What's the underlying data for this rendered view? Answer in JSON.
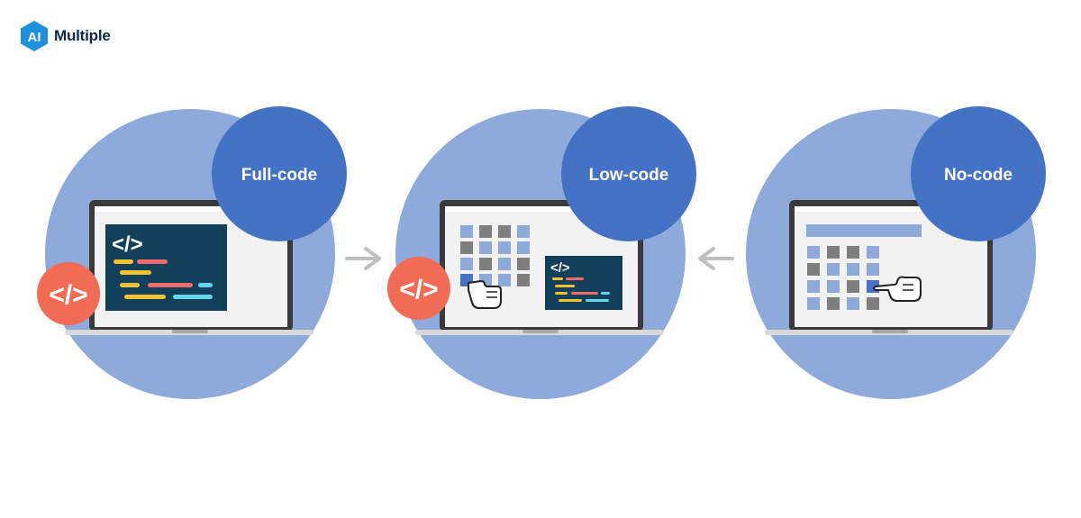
{
  "brand": {
    "name": "Multiple",
    "badge": "AI"
  },
  "panels": [
    {
      "id": "full-code",
      "label": "Full-code"
    },
    {
      "id": "low-code",
      "label": "Low-code"
    },
    {
      "id": "no-code",
      "label": "No-code"
    }
  ],
  "arrows": [
    {
      "direction": "right",
      "between": [
        "Full-code",
        "Low-code"
      ]
    },
    {
      "direction": "left",
      "between": [
        "Low-code",
        "No-code"
      ]
    }
  ],
  "colors": {
    "big_circle": "#8eaadb",
    "label_circle": "#4472c4",
    "code_badge": "#f26b55",
    "screen_dark": "#12405a",
    "arrow": "#bfbfbf"
  }
}
